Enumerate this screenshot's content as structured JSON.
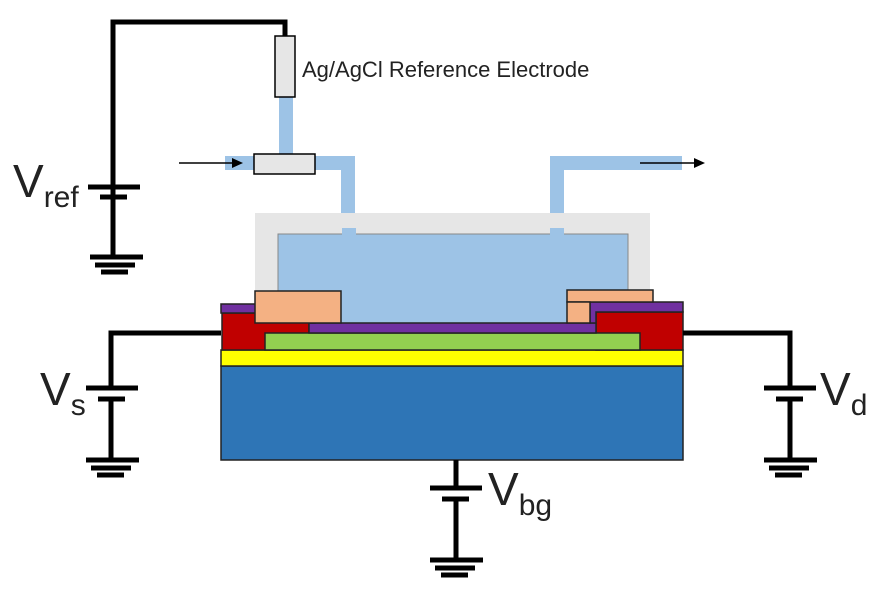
{
  "labels": {
    "electrode": "Ag/AgCl Reference Electrode",
    "vref": {
      "main": "V",
      "sub": "ref"
    },
    "vs": {
      "main": "V",
      "sub": "s"
    },
    "vd": {
      "main": "V",
      "sub": "d"
    },
    "vbg": {
      "main": "V",
      "sub": "bg"
    }
  },
  "colors": {
    "fluid": "#9dc3e6",
    "enclosure": "#e6e6e6",
    "contact_pad": "#f4b183",
    "passivation": "#7030a0",
    "electrode_metal": "#c00000",
    "channel": "#92d050",
    "dielectric": "#ffff00",
    "substrate": "#2e75b6",
    "wire": "#000000"
  }
}
